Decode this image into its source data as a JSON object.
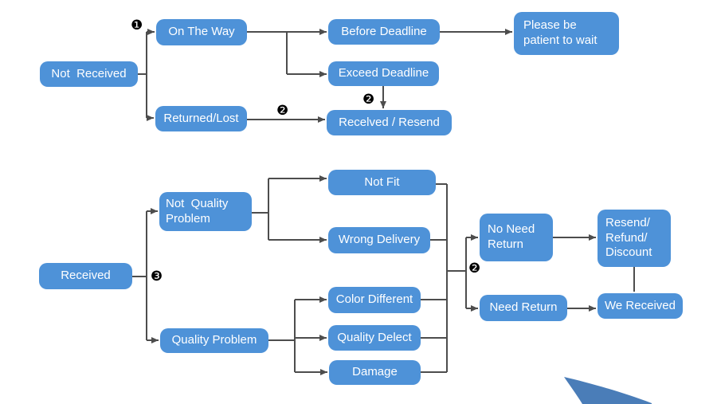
{
  "theme": {
    "node_fill": "#4e92d8",
    "node_text": "#ffffff",
    "connector": "#4d4d4d",
    "swoosh": "#4a7db8",
    "background": "#ffffff"
  },
  "nodes": {
    "not_received": {
      "label": "Not  Received"
    },
    "on_the_way": {
      "label": "On The Way"
    },
    "before_deadline": {
      "label": "Before Deadline"
    },
    "please_wait": {
      "label": "Please be\npatient to wait"
    },
    "exceed_deadline": {
      "label": "Exceed Deadline"
    },
    "returned_lost": {
      "label": "Returned/Lost"
    },
    "received_resend": {
      "label": "Recelved / Resend"
    },
    "received": {
      "label": "Received"
    },
    "not_quality_problem": {
      "label": "Not  Quality\nProblem"
    },
    "quality_problem": {
      "label": "Quality Problem"
    },
    "not_fit": {
      "label": "Not Fit"
    },
    "wrong_delivery": {
      "label": "Wrong Delivery"
    },
    "color_different": {
      "label": "Color Different"
    },
    "quality_delect": {
      "label": "Quality Delect"
    },
    "damage": {
      "label": "Damage"
    },
    "no_need_return": {
      "label": "No Need\nReturn"
    },
    "need_return": {
      "label": "Need Return"
    },
    "resend_refund_discount": {
      "label": "Resend/\nRefund/\nDiscount"
    },
    "we_received": {
      "label": "We Received"
    }
  },
  "badges": {
    "b1": {
      "glyph": "❶"
    },
    "b2_top": {
      "glyph": "❷"
    },
    "b2_mid": {
      "glyph": "❷"
    },
    "b3": {
      "glyph": "❸"
    },
    "b2_bottom": {
      "glyph": "❷"
    }
  },
  "edges": [
    {
      "from": "Not  Received",
      "to": "On The Way",
      "marker": "❶"
    },
    {
      "from": "Not  Received",
      "to": "Returned/Lost"
    },
    {
      "from": "On The Way",
      "to": "Before Deadline"
    },
    {
      "from": "On The Way",
      "to": "Exceed Deadline"
    },
    {
      "from": "Before Deadline",
      "to": "Please be patient to wait"
    },
    {
      "from": "Exceed Deadline",
      "to": "Recelved / Resend",
      "marker": "❷"
    },
    {
      "from": "Returned/Lost",
      "to": "Recelved / Resend",
      "marker": "❷"
    },
    {
      "from": "Received",
      "to": "Not  Quality Problem",
      "marker": "❸"
    },
    {
      "from": "Received",
      "to": "Quality Problem"
    },
    {
      "from": "Not  Quality Problem",
      "to": "Not Fit"
    },
    {
      "from": "Not  Quality Problem",
      "to": "Wrong Delivery"
    },
    {
      "from": "Quality Problem",
      "to": "Color Different"
    },
    {
      "from": "Quality Problem",
      "to": "Quality Delect"
    },
    {
      "from": "Quality Problem",
      "to": "Damage"
    },
    {
      "from": "Not Fit / Wrong Delivery / Color Different / Quality Delect / Damage",
      "to": "No Need Return",
      "marker": "❷"
    },
    {
      "from": "Not Fit / Wrong Delivery / Color Different / Quality Delect / Damage",
      "to": "Need Return",
      "marker": "❷"
    },
    {
      "from": "No Need Return",
      "to": "Resend/Refund/Discount"
    },
    {
      "from": "Need Return",
      "to": "We Received"
    },
    {
      "from": "Resend/Refund/Discount",
      "to": "We Received"
    }
  ]
}
